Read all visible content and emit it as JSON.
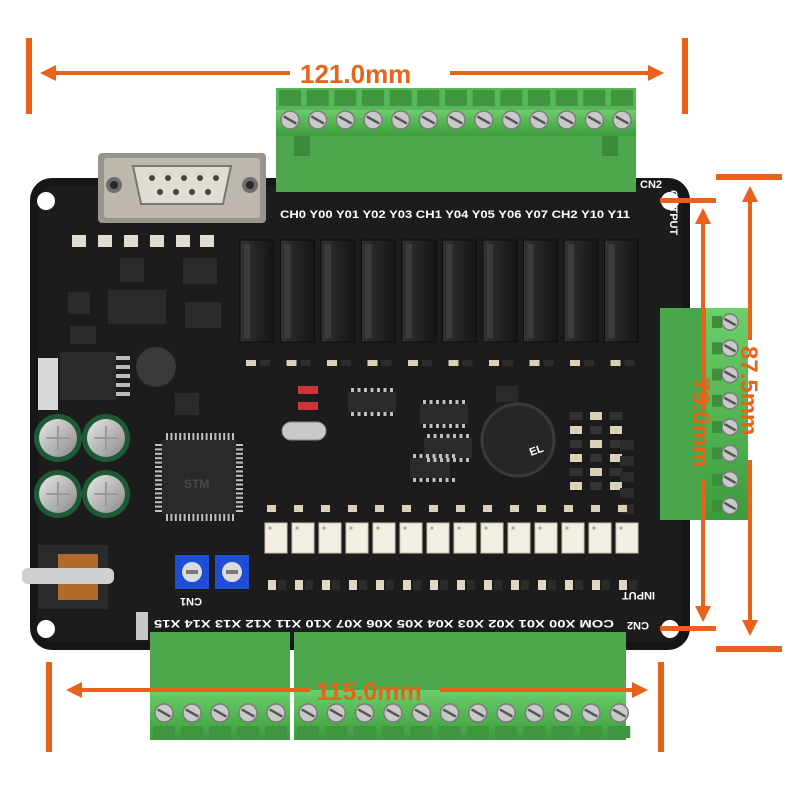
{
  "dimensions": {
    "top_width": "121.0mm",
    "bottom_width": "115.0mm",
    "inner_height": "79.0mm",
    "outer_height": "87.5mm"
  },
  "silkscreen": {
    "top_output_labels": "CH0 Y00 Y01 Y02 Y03 CH1 Y04 Y05 Y06 Y07 CH2 Y10 Y11",
    "output_header": "OUTPUT",
    "input_header": "INPUT",
    "input_labels": "COM X00 X01 X02 X03 X04 X05 X06 X07 X10 X11 X12 X13 X14 X15",
    "cn2_label": "CN2",
    "cn1_label": "CN1",
    "buzzer_label": "EL"
  },
  "colors": {
    "accent": "#e8621a",
    "board": "#1a1a1a",
    "terminal": "#4caf50",
    "relay": "#222222"
  },
  "board": {
    "relay_count": 10,
    "top_terminal_count": 13,
    "bottom_terminal_count": 17,
    "right_terminal_count": 8,
    "optocoupler_count": 14
  }
}
